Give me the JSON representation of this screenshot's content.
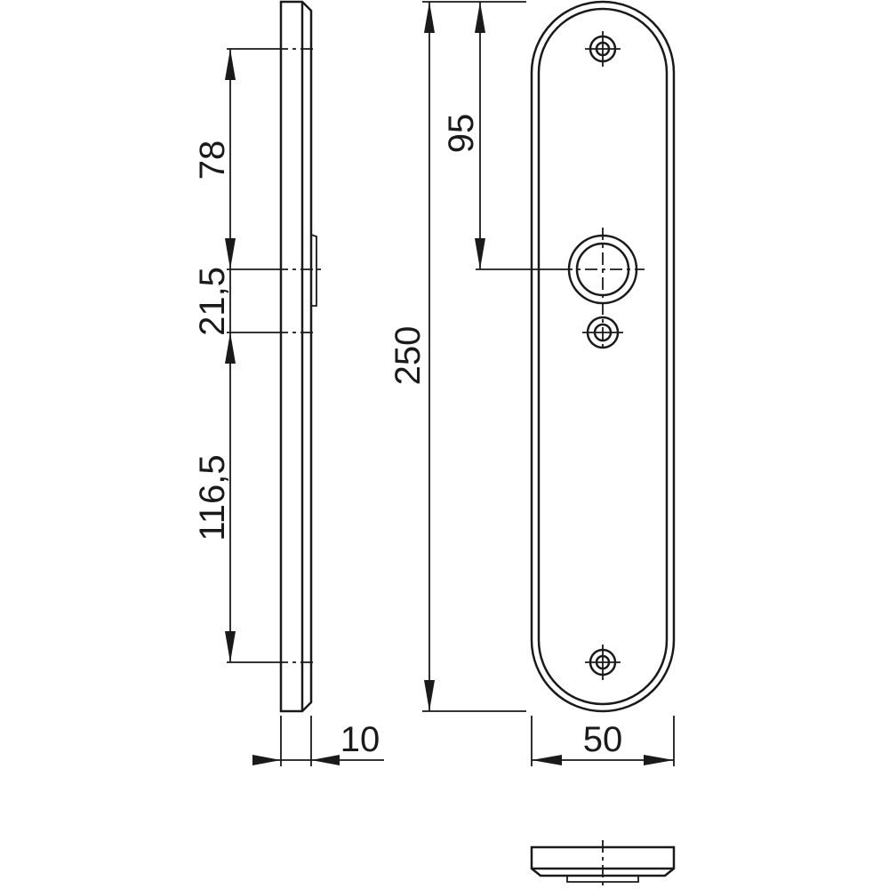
{
  "drawing": {
    "dimensions": {
      "top_to_handle": "78",
      "handle_to_key": "21,5",
      "key_to_bottom": "116,5",
      "total_height": "250",
      "top_to_center": "95",
      "thickness": "10",
      "width": "50"
    },
    "color": "#1a1a1a"
  }
}
